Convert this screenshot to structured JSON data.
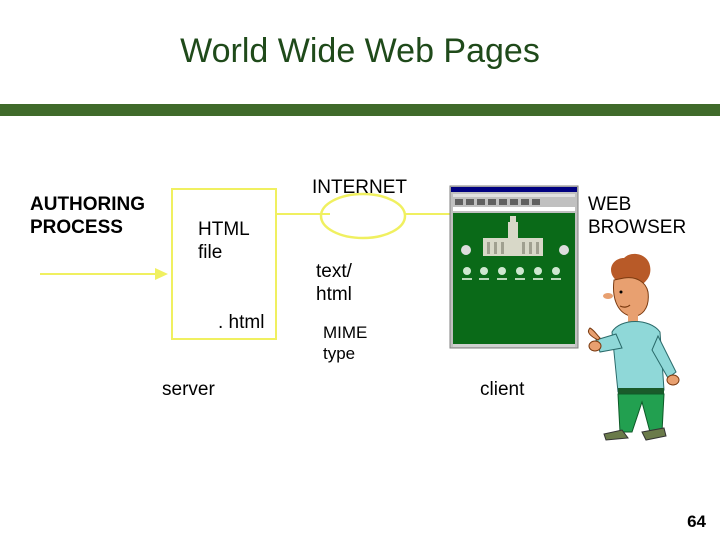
{
  "slide": {
    "title": "World Wide Web Pages",
    "page_number": "64"
  },
  "labels": {
    "authoring_line1": "AUTHORING",
    "authoring_line2": "PROCESS",
    "html_file_line1": "HTML",
    "html_file_line2": "file",
    "html_ext": ". html",
    "server": "server",
    "internet": "INTERNET",
    "text_html_line1": "text/",
    "text_html_line2": "html",
    "mime_line1": "MIME",
    "mime_line2": "type",
    "web_browser_line1": "WEB",
    "web_browser_line2": "BROWSER",
    "client": "client"
  },
  "colors": {
    "title": "#1f4a1a",
    "rule": "#3f6a2a",
    "arrow": "#f0f060",
    "browser_page": "#0a6a18",
    "browser_chrome": "#c0c0c0",
    "person_shirt": "#8fd8d8",
    "person_pants": "#22a050",
    "person_skin": "#e8a070",
    "person_hair": "#b85a28"
  },
  "icons": {
    "browser": "browser-screenshot-icon",
    "person": "pointing-person-icon"
  }
}
